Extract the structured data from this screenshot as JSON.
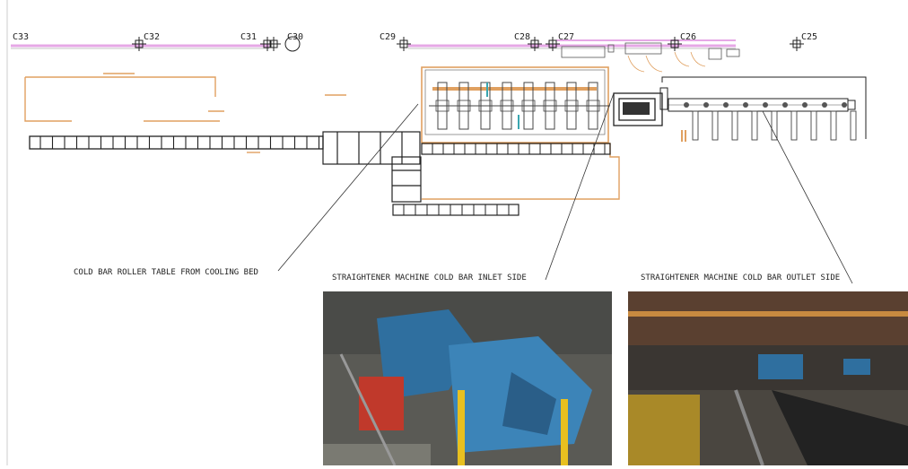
{
  "columns": [
    "C33",
    "C32",
    "C31",
    "C30",
    "C29",
    "C28",
    "C27",
    "C26",
    "C25"
  ],
  "callouts": {
    "cooling_bed": "COLD BAR ROLLER TABLE FROM COOLING BED",
    "inlet": "STRAIGHTENER MACHINE COLD BAR INLET SIDE",
    "outlet": "STRAIGHTENER MACHINE COLD BAR OUTLET SIDE"
  },
  "colors": {
    "orange": "#e0a060",
    "pink": "#e6a8e6",
    "machine_blue": "#2f6f9f"
  }
}
